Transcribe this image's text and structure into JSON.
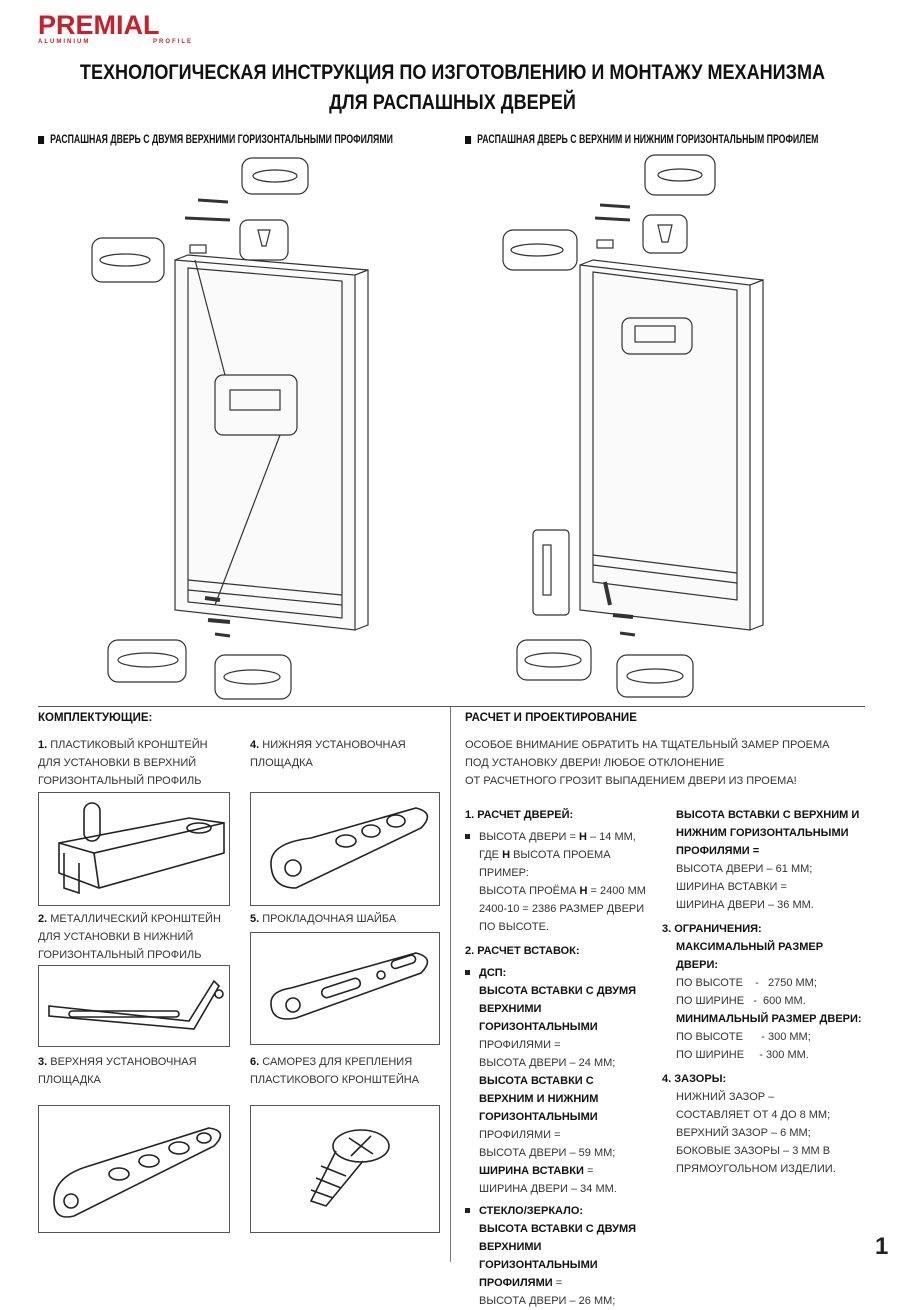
{
  "logo": {
    "brand": "PREMIAL",
    "sub_left": "ALUMINIUM",
    "sub_right": "PROFILE",
    "color": "#c8202a"
  },
  "title": {
    "line1": "ТЕХНОЛОГИЧЕСКАЯ ИНСТРУКЦИЯ ПО ИЗГОТОВЛЕНИЮ И МОНТАЖУ МЕХАНИЗМА",
    "line2": "ДЛЯ РАСПАШНЫХ ДВЕРЕЙ"
  },
  "diagrams": {
    "left": "РАСПАШНАЯ ДВЕРЬ С ДВУМЯ ВЕРХНИМИ ГОРИЗОНТАЛЬНЫМИ ПРОФИЛЯМИ",
    "right": "РАСПАШНАЯ ДВЕРЬ С ВЕРХНИМ И НИЖНИМ ГОРИЗОНТАЛЬНЫМ ПРОФИЛЕМ"
  },
  "components": {
    "heading": "КОМПЛЕКТУЮЩИЕ:",
    "items": [
      {
        "num": "1.",
        "text": "ПЛАСТИКОВЫЙ КРОНШТЕЙН ДЛЯ УСТАНОВКИ В ВЕРХНИЙ ГОРИЗОНТАЛЬНЫЙ ПРОФИЛЬ"
      },
      {
        "num": "2.",
        "text": "МЕТАЛЛИЧЕСКИЙ КРОНШТЕЙН ДЛЯ УСТАНОВКИ В НИЖНИЙ ГОРИЗОНТАЛЬНЫЙ ПРОФИЛЬ"
      },
      {
        "num": "3.",
        "text": "ВЕРХНЯЯ УСТАНОВОЧНАЯ ПЛОЩАДКА"
      },
      {
        "num": "4.",
        "text": "НИЖНЯЯ УСТАНОВОЧНАЯ ПЛОЩАДКА"
      },
      {
        "num": "5.",
        "text": "ПРОКЛАДОЧНАЯ ШАЙБА"
      },
      {
        "num": "6.",
        "text": "САМОРЕЗ ДЛЯ КРЕПЛЕНИЯ ПЛАСТИКОВОГО КРОНШТЕЙНА"
      }
    ]
  },
  "calc": {
    "heading": "РАСЧЕТ И ПРОЕКТИРОВАНИЕ",
    "warning": [
      "ОСОБОЕ ВНИМАНИЕ ОБРАТИТЬ НА ТЩАТЕЛЬНЫЙ ЗАМЕР ПРОЕМА",
      "ПОД УСТАНОВКУ ДВЕРИ! ЛЮБОЕ ОТКЛОНЕНИЕ",
      "ОТ РАСЧЕТНОГО ГРОЗИТ ВЫПАДЕНИЕМ ДВЕРИ ИЗ ПРОЕМА!"
    ],
    "s1": {
      "title": "1. РАСЧЕТ  ДВЕРЕЙ:",
      "l1a": "ВЫСОТА ДВЕРИ = ",
      "h": "Н",
      "l1b": " – 14 ММ,",
      "l2a": "ГДЕ ",
      "l2b": " ВЫСОТА ПРОЕМА",
      "l3": "ПРИМЕР:",
      "l4a": "ВЫСОТА ПРОЁМА ",
      "l4b": " = 2400 ММ",
      "l5": "2400-10 = 2386 РАЗМЕР ДВЕРИ ПО ВЫСОТЕ."
    },
    "s2": {
      "title": "2.  РАСЧЕТ ВСТАВОК:",
      "dsp": "ДСП:",
      "dsp_lines": [
        {
          "bold": "ВЫСОТА ВСТАВКИ С ДВУМЯ ВЕРХНИМИ ГОРИЗОНТАЛЬНЫМИ",
          "plain": "ПРОФИЛЯМИ ="
        },
        {
          "plain": "ВЫСОТА ДВЕРИ  – 24 ММ;"
        },
        {
          "bold": "ВЫСОТА ВСТАВКИ С ВЕРХНИМ И НИЖНИМ ГОРИЗОНТАЛЬНЫМИ",
          "plain": "ПРОФИЛЯМИ ="
        },
        {
          "plain": "ВЫСОТА ДВЕРИ – 59 ММ;"
        },
        {
          "bold": "ШИРИНА ВСТАВКИ",
          "plain": " ="
        },
        {
          "plain": "ШИРИНА ДВЕРИ – 34 ММ."
        }
      ],
      "glass": "СТЕКЛО/ЗЕРКАЛО:",
      "glass_bold": "ВЫСОТА ВСТАВКИ С ДВУМЯ ВЕРХНИМИ ГОРИЗОНТАЛЬНЫМИ ПРОФИЛЯМИ",
      "glass_eq": " =",
      "glass_val": "ВЫСОТА ДВЕРИ  – 26 ММ;",
      "glass2_bold": "ВЫСОТА ВСТАВКИ С ВЕРХНИМ И НИЖНИМ ГОРИЗОНТАЛЬНЫМИ ПРОФИЛЯМИ =",
      "glass2_val1": "ВЫСОТА ДВЕРИ – 61 ММ;",
      "glass2_val2": "ШИРИНА ВСТАВКИ =",
      "glass2_val3": "ШИРИНА ДВЕРИ – 36 ММ."
    },
    "s3": {
      "title": "3.  ОГРАНИЧЕНИЯ:",
      "max": "МАКСИМАЛЬНЫЙ РАЗМЕР ДВЕРИ:",
      "max_h": "ПО ВЫСОТЕ    -   2750 ММ;",
      "max_w": "ПО ШИРИНЕ   -  600 ММ.",
      "min": "МИНИМАЛЬНЫЙ РАЗМЕР ДВЕРИ:",
      "min_h": "ПО ВЫСОТЕ      - 300 ММ;",
      "min_w": "ПО ШИРИНЕ     - 300 ММ."
    },
    "s4": {
      "title": "4.  ЗАЗОРЫ:",
      "lines": [
        "НИЖНИЙ ЗАЗОР –",
        "СОСТАВЛЯЕТ ОТ 4 ДО 8 ММ;",
        "ВЕРХНИЙ ЗАЗОР – 6 ММ;",
        "БОКОВЫЕ ЗАЗОРЫ – 3 ММ В",
        "ПРЯМОУГОЛЬНОМ ИЗДЕЛИИ."
      ]
    }
  },
  "page_number": "1"
}
